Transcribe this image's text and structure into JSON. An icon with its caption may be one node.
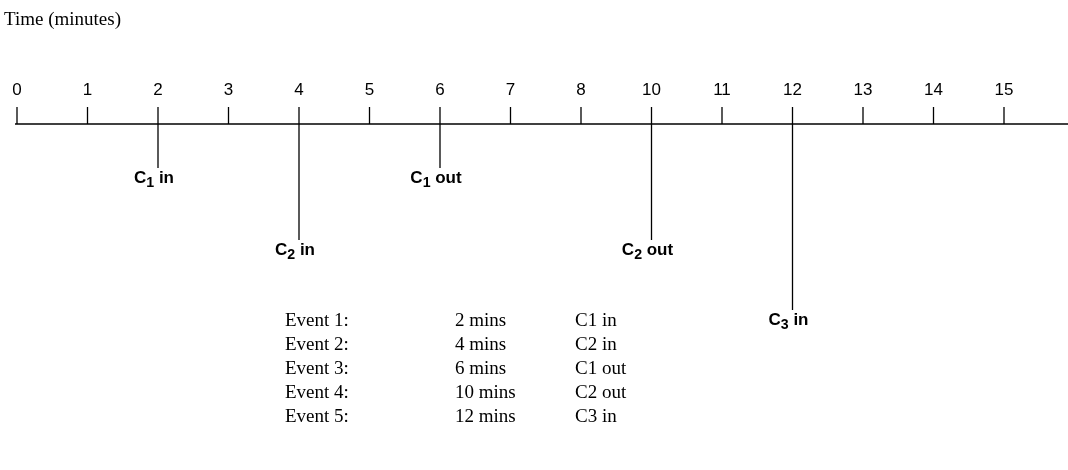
{
  "diagram": {
    "nodes": [
      {
        "text": [
          "C$_{1}$ in"
        ]
      },
      {
        "text": [
          "C$_{2}$ in"
        ]
      },
      {
        "text": [
          "C$_{1}$ out"
        ]
      },
      {
        "text": [
          "C$_{2}$ out"
        ]
      },
      {
        "text": [
          "C$_{3}$ in"
        ]
      }
    ],
    "edges": [
      {
        "from": 0,
        "to": null,
        "arrow": "none"
      },
      {
        "from": 1,
        "to": null,
        "arrow": "none"
      },
      {
        "from": 2,
        "to": null,
        "arrow": "none"
      },
      {
        "from": 3,
        "to": null,
        "arrow": "none"
      },
      {
        "from": 4,
        "to": null,
        "arrow": "none"
      }
    ],
    "labels": [
      "Time (minutes)",
      "0",
      "1",
      "2",
      "3",
      "4",
      "5",
      "6",
      "7",
      "8",
      "10",
      "11",
      "12",
      "13",
      "14",
      "15",
      "Event 1:",
      "2 mins",
      "C1 in",
      "Event 2:",
      "4 mins",
      "C2 in",
      "Event 3:",
      "6 mins",
      "C1 out",
      "Event 4:",
      "10 mins",
      "C2 out",
      "Event 5:",
      "12 mins",
      "C3 in"
    ]
  }
}
